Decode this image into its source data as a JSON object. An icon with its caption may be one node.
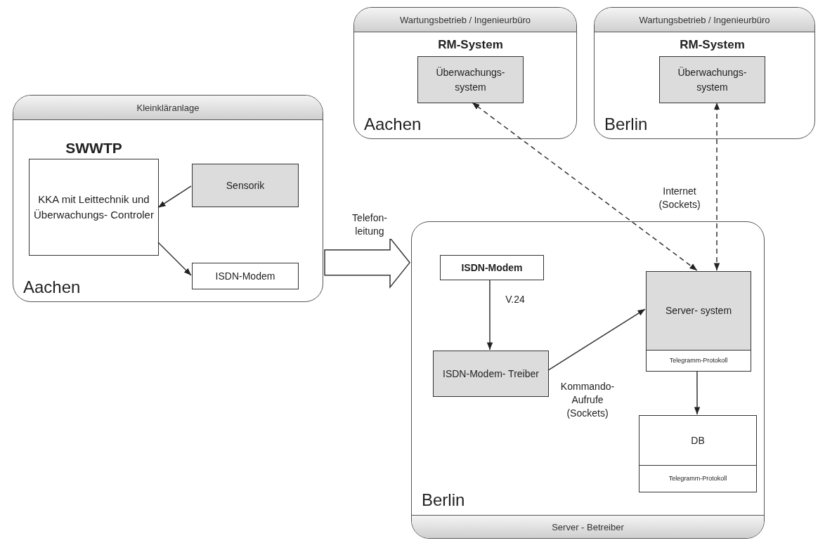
{
  "diagram": {
    "nodes": [
      {
        "text": [
          "Kleinkläranlage",
          "Aachen"
        ]
      },
      {
        "text": [
          "SWWTP",
          "KKA mit Leittechnik und Überwachungs- Controler"
        ],
        "in": 0
      },
      {
        "text": [
          "Sensorik"
        ],
        "in": 0
      },
      {
        "text": [
          "ISDN-Modem"
        ],
        "in": 0
      },
      {
        "text": [
          "Wartungsbetrieb / Ingenieurbüro",
          "Aachen"
        ]
      },
      {
        "text": [
          "RM-System",
          "Überwachungs- system"
        ],
        "in": 4
      },
      {
        "text": [
          "Wartungsbetrieb / Ingenieurbüro",
          "Berlin"
        ]
      },
      {
        "text": [
          "RM-System",
          "Überwachungs- system"
        ],
        "in": 6
      },
      {
        "text": [
          "Berlin",
          "Server - Betreiber"
        ]
      },
      {
        "text": [
          "ISDN-Modem"
        ],
        "in": 8
      },
      {
        "text": [
          "ISDN-Modem- Treiber"
        ],
        "in": 8
      },
      {
        "text": [
          "Server- system",
          "Telegramm-Protokoll"
        ],
        "in": 8
      },
      {
        "text": [
          "DB",
          "Telegramm-Protokoll"
        ],
        "in": 8
      }
    ],
    "edges": [
      {
        "from": 2,
        "to": 1,
        "arrow": "to"
      },
      {
        "from": 1,
        "to": 3,
        "arrow": "to"
      },
      {
        "from": 0,
        "to": 8,
        "arrow": "to",
        "label": "Telefon- leitung",
        "style": "thick"
      },
      {
        "from": 9,
        "to": 10,
        "arrow": "to",
        "label": "V.24"
      },
      {
        "from": 10,
        "to": 11,
        "arrow": "to",
        "label": "Kommando- Aufrufe (Sockets)"
      },
      {
        "from": 11,
        "to": 12,
        "arrow": "to"
      },
      {
        "from": 11,
        "to": 5,
        "arrow": "both",
        "style": "dashed"
      },
      {
        "from": 11,
        "to": 7,
        "arrow": "both",
        "style": "dashed",
        "label": "Internet (Sockets)"
      }
    ]
  }
}
